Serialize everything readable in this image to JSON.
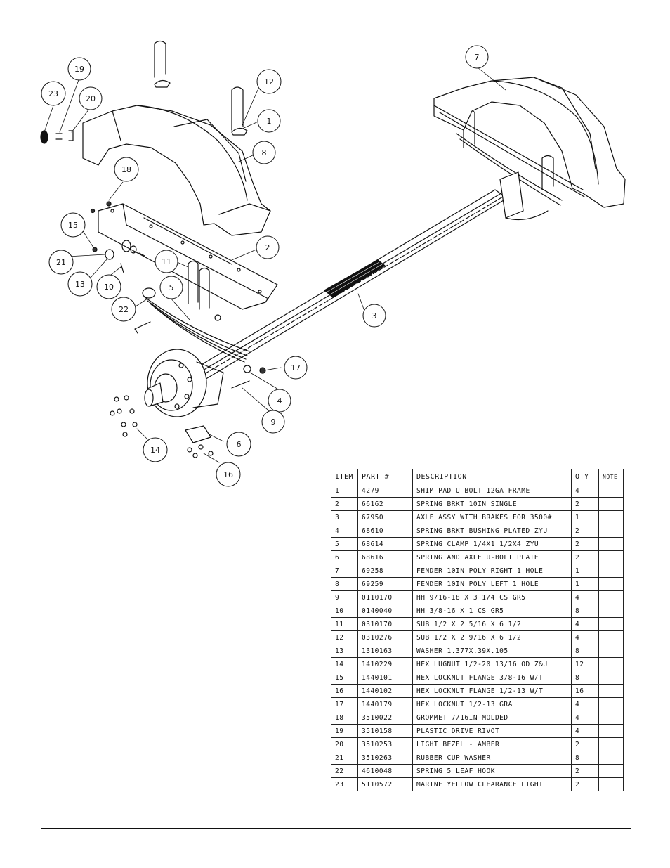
{
  "table": {
    "headers": {
      "item": "ITEM",
      "part": "PART #",
      "description": "DESCRIPTION",
      "qty": "QTY",
      "note": "NOTE"
    },
    "rows": [
      {
        "item": "1",
        "part": "4279",
        "description": "SHIM PAD   U BOLT 12GA FRAME",
        "qty": "4",
        "note": ""
      },
      {
        "item": "2",
        "part": "66162",
        "description": "SPRING BRKT  10IN SINGLE",
        "qty": "2",
        "note": ""
      },
      {
        "item": "3",
        "part": "67950",
        "description": "AXLE ASSY WITH BRAKES FOR 3500#",
        "qty": "1",
        "note": ""
      },
      {
        "item": "4",
        "part": "68610",
        "description": "SPRING BRKT BUSHING PLATED ZYU",
        "qty": "2",
        "note": ""
      },
      {
        "item": "5",
        "part": "68614",
        "description": "SPRING CLAMP   1/4X1 1/2X4  ZYU",
        "qty": "2",
        "note": ""
      },
      {
        "item": "6",
        "part": "68616",
        "description": "SPRING AND AXLE U-BOLT PLATE",
        "qty": "2",
        "note": ""
      },
      {
        "item": "7",
        "part": "69258",
        "description": "FENDER  10IN POLY RIGHT 1 HOLE",
        "qty": "1",
        "note": ""
      },
      {
        "item": "8",
        "part": "69259",
        "description": "FENDER  10IN POLY LEFT 1 HOLE",
        "qty": "1",
        "note": ""
      },
      {
        "item": "9",
        "part": "0110170",
        "description": "HH 9/16-18 X 3 1/4 CS GR5",
        "qty": "4",
        "note": ""
      },
      {
        "item": "10",
        "part": "0140040",
        "description": "HH 3/8-16 X 1 CS GR5",
        "qty": "8",
        "note": ""
      },
      {
        "item": "11",
        "part": "0310170",
        "description": "SUB 1/2 X 2 5/16 X 6 1/2",
        "qty": "4",
        "note": ""
      },
      {
        "item": "12",
        "part": "0310276",
        "description": "SUB 1/2 X 2 9/16 X 6 1/2",
        "qty": "4",
        "note": ""
      },
      {
        "item": "13",
        "part": "1310163",
        "description": "WASHER 1.377X.39X.105",
        "qty": "8",
        "note": ""
      },
      {
        "item": "14",
        "part": "1410229",
        "description": "HEX LUGNUT 1/2-20 13/16 OD Z&U",
        "qty": "12",
        "note": ""
      },
      {
        "item": "15",
        "part": "1440101",
        "description": "HEX LOCKNUT FLANGE 3/8-16 W/T",
        "qty": "8",
        "note": ""
      },
      {
        "item": "16",
        "part": "1440102",
        "description": "HEX LOCKNUT FLANGE 1/2-13 W/T",
        "qty": "16",
        "note": ""
      },
      {
        "item": "17",
        "part": "1440179",
        "description": "HEX LOCKNUT 1/2-13 GRA",
        "qty": "4",
        "note": ""
      },
      {
        "item": "18",
        "part": "3510022",
        "description": "GROMMET  7/16IN MOLDED",
        "qty": "4",
        "note": ""
      },
      {
        "item": "19",
        "part": "3510158",
        "description": "PLASTIC DRIVE RIVOT",
        "qty": "4",
        "note": ""
      },
      {
        "item": "20",
        "part": "3510253",
        "description": "LIGHT BEZEL - AMBER",
        "qty": "2",
        "note": ""
      },
      {
        "item": "21",
        "part": "3510263",
        "description": "RUBBER CUP WASHER",
        "qty": "8",
        "note": ""
      },
      {
        "item": "22",
        "part": "4610048",
        "description": "SPRING  5 LEAF HOOK",
        "qty": "2",
        "note": ""
      },
      {
        "item": "23",
        "part": "5110572",
        "description": "MARINE YELLOW CLEARANCE LIGHT",
        "qty": "2",
        "note": ""
      }
    ]
  },
  "callouts": {
    "c1": "1",
    "c2": "2",
    "c3": "3",
    "c4": "4",
    "c5": "5",
    "c6": "6",
    "c7": "7",
    "c8": "8",
    "c9": "9",
    "c10": "10",
    "c11": "11",
    "c12": "12",
    "c13": "13",
    "c14": "14",
    "c15": "15",
    "c16": "16",
    "c17": "17",
    "c18": "18",
    "c19": "19",
    "c20": "20",
    "c21": "21",
    "c22": "22",
    "c23": "23"
  }
}
